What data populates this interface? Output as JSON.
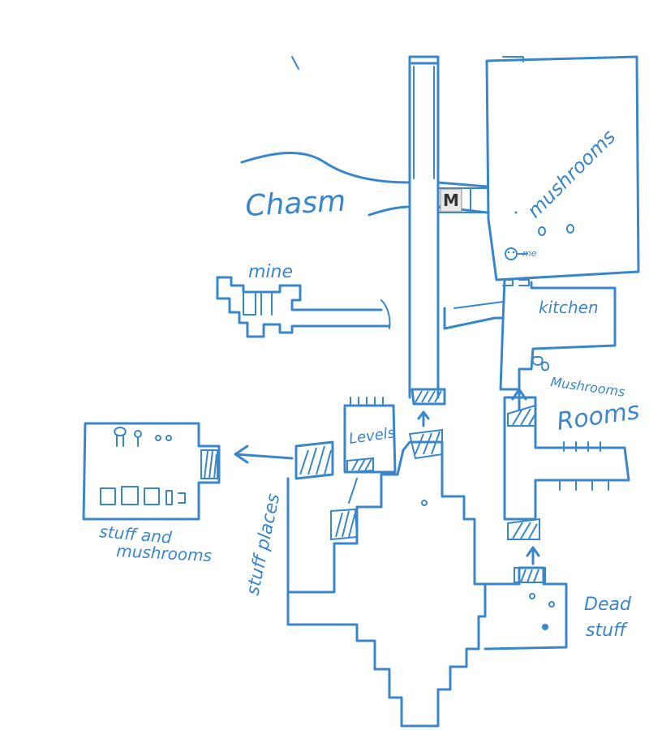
{
  "map": {
    "ink_color": "#3a86cc",
    "background": "#ffffff",
    "marker": {
      "letter": "M",
      "fill": "#e8e8e8"
    },
    "labels": {
      "chasm": "Chasm",
      "mushrooms_top": "mushrooms",
      "me": "me",
      "mine": "mine",
      "kitchen": "kitchen",
      "mushrooms_mid": "Mushrooms",
      "rooms": "Rooms",
      "levels": "Levels",
      "stuff_and_mushrooms_1": "stuff and",
      "stuff_and_mushrooms_2": "mushrooms",
      "stuff_places": "stuff places",
      "dead_stuff_1": "Dead",
      "dead_stuff_2": "stuff"
    }
  }
}
